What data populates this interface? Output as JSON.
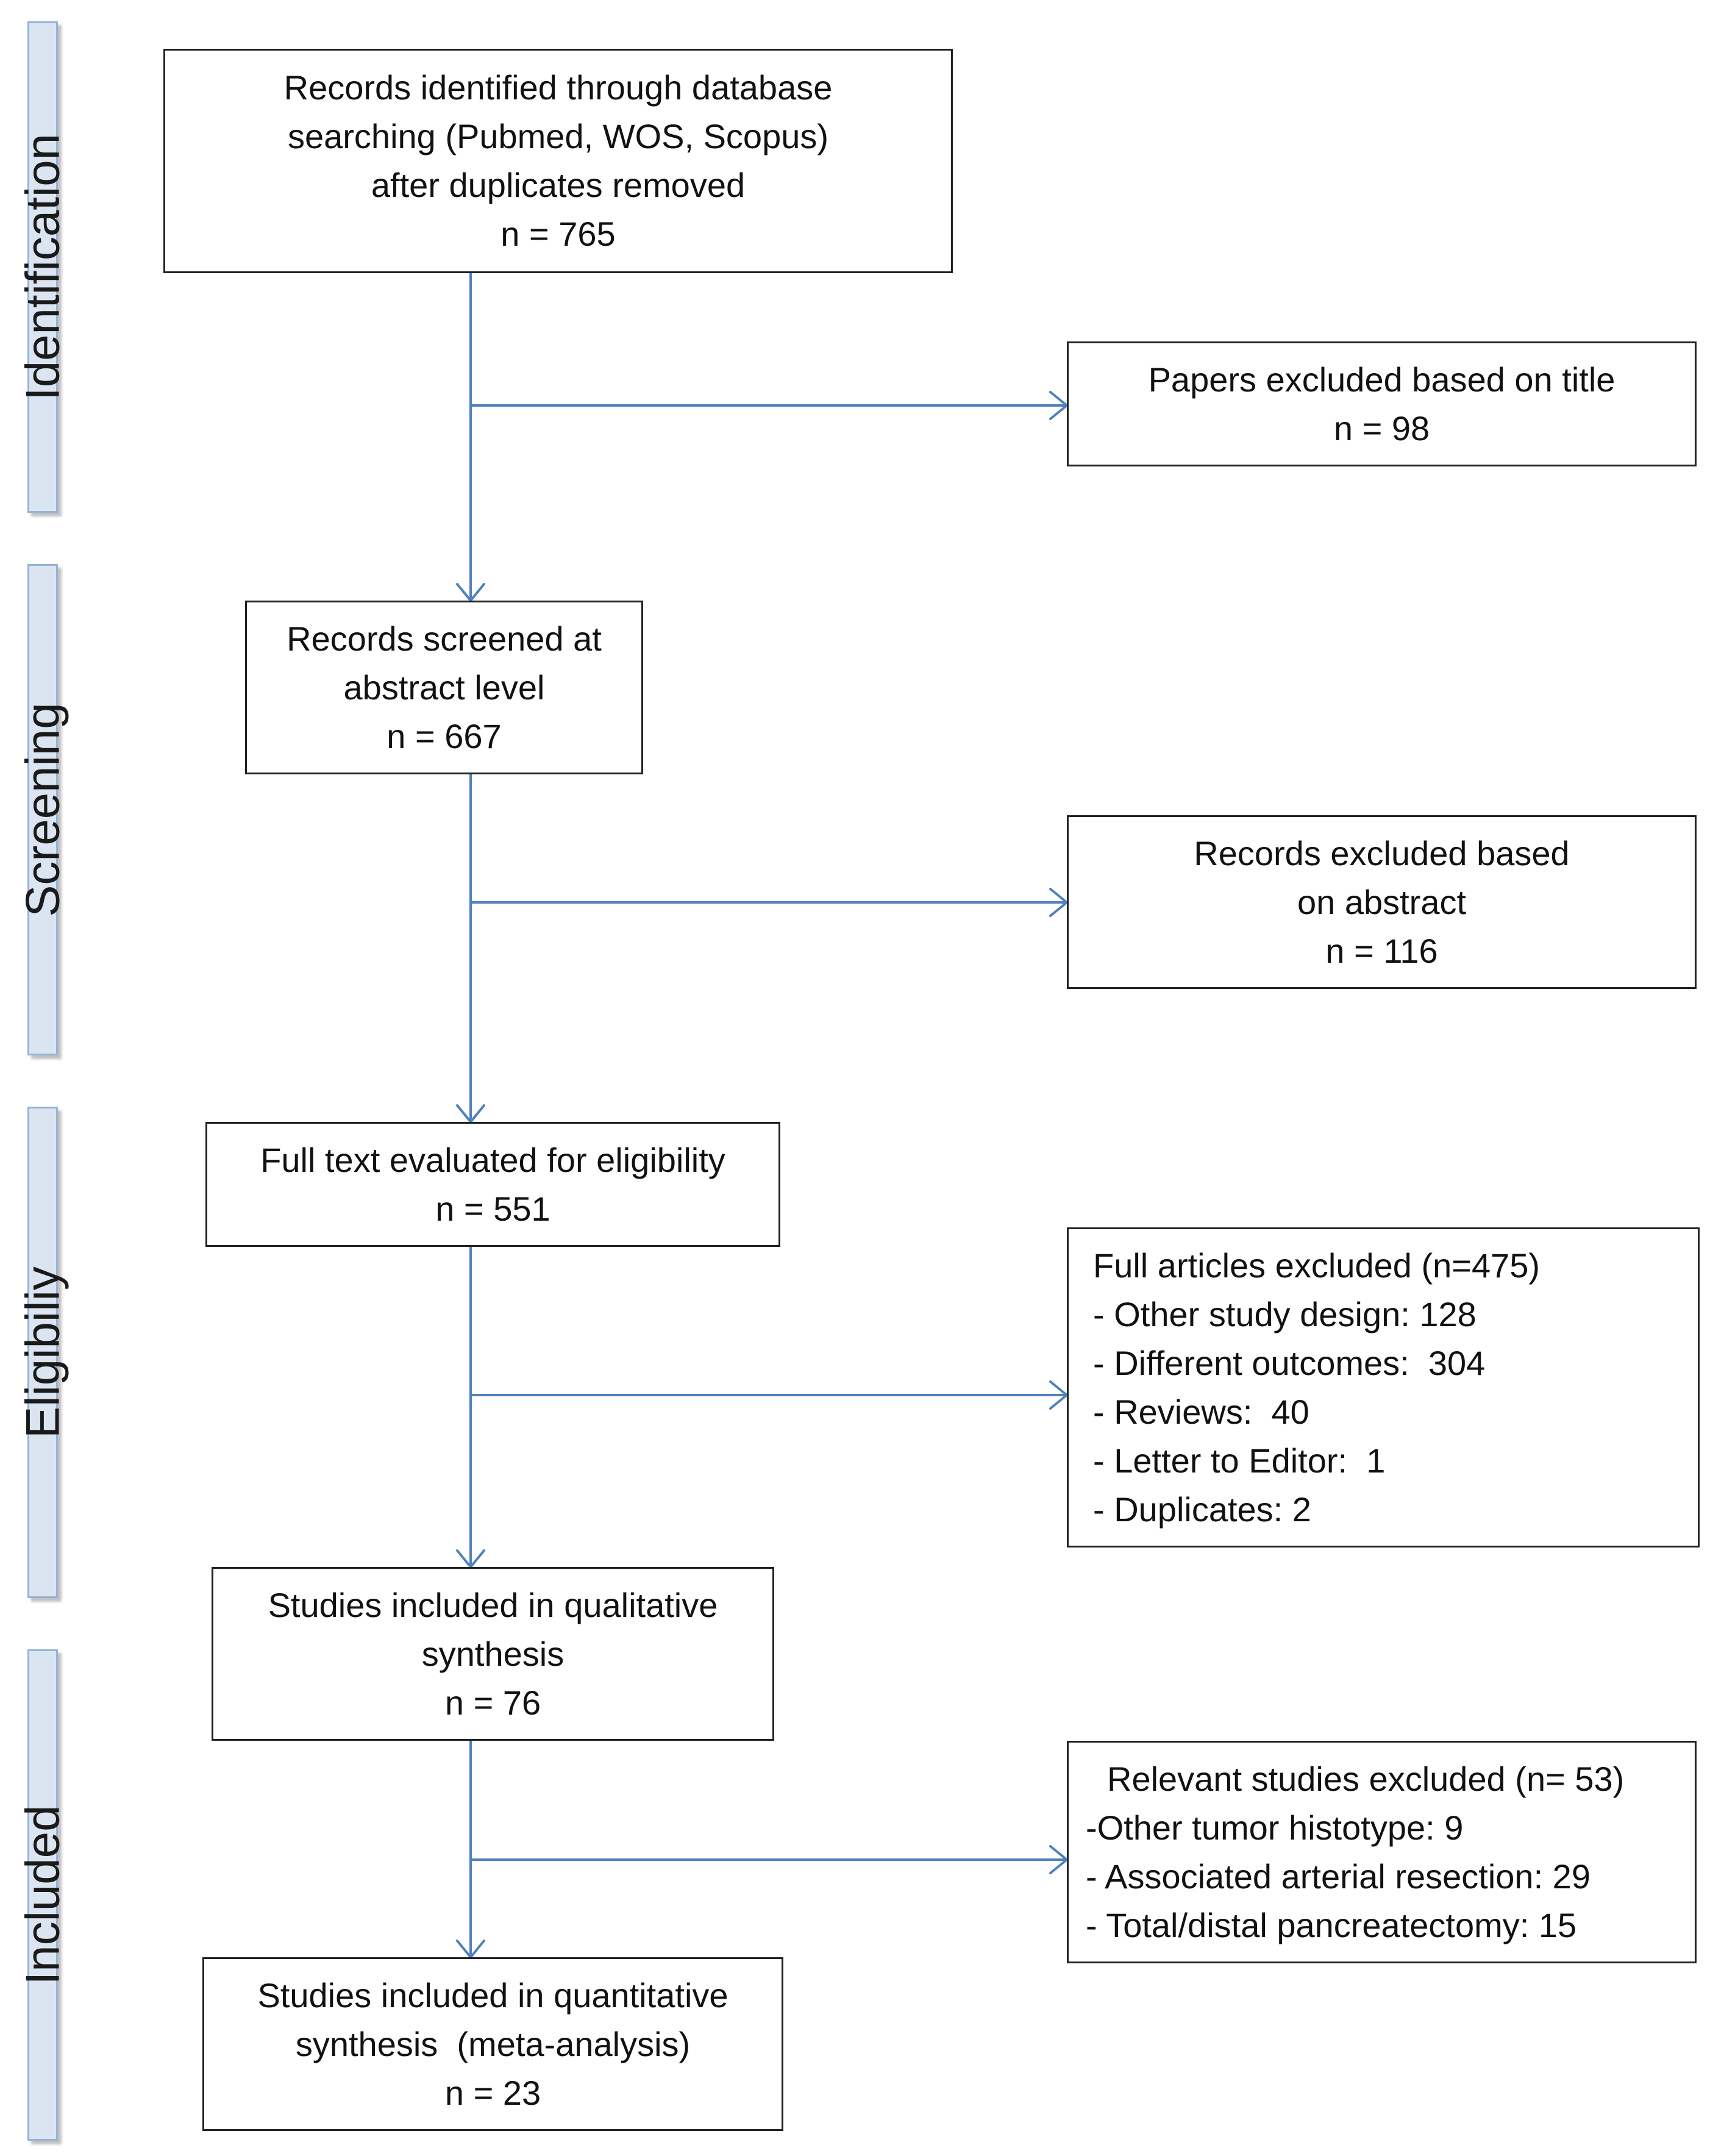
{
  "stages": {
    "identification": "Identification",
    "screening": "Screening",
    "eligibility": "Eligibiliy",
    "included": "Included"
  },
  "flow": {
    "identified": [
      "Records identified through database",
      "searching (Pubmed, WOS, Scopus)",
      "after duplicates removed",
      "n = 765"
    ],
    "screened": [
      "Records screened at",
      "abstract level",
      "n = 667"
    ],
    "fulltext": [
      "Full text evaluated for eligibility",
      "n = 551"
    ],
    "qualitative": [
      "Studies included in qualitative",
      "synthesis",
      "n = 76"
    ],
    "quantitative": [
      "Studies included in quantitative",
      "synthesis  (meta-analysis)",
      "n = 23"
    ]
  },
  "exclusions": {
    "title": [
      "Papers excluded based on title",
      "n = 98"
    ],
    "abstract": [
      "Records excluded based",
      "on abstract",
      "n = 116"
    ],
    "fulltext": [
      "Full articles excluded (n=475)",
      "- Other study design: 128",
      "- Different outcomes:  304",
      "- Reviews:  40",
      "- Letter to Editor:  1",
      "- Duplicates: 2"
    ],
    "relevant": [
      "Relevant studies excluded (n= 53)",
      "-Other tumor histotype: 9",
      "- Associated arterial resection: 29",
      "- Total/distal pancreatectomy: 15"
    ]
  },
  "colors": {
    "arrow": "#4f81bd",
    "stage_fill": "#dbe5f1",
    "stage_border": "#95b3d7"
  }
}
